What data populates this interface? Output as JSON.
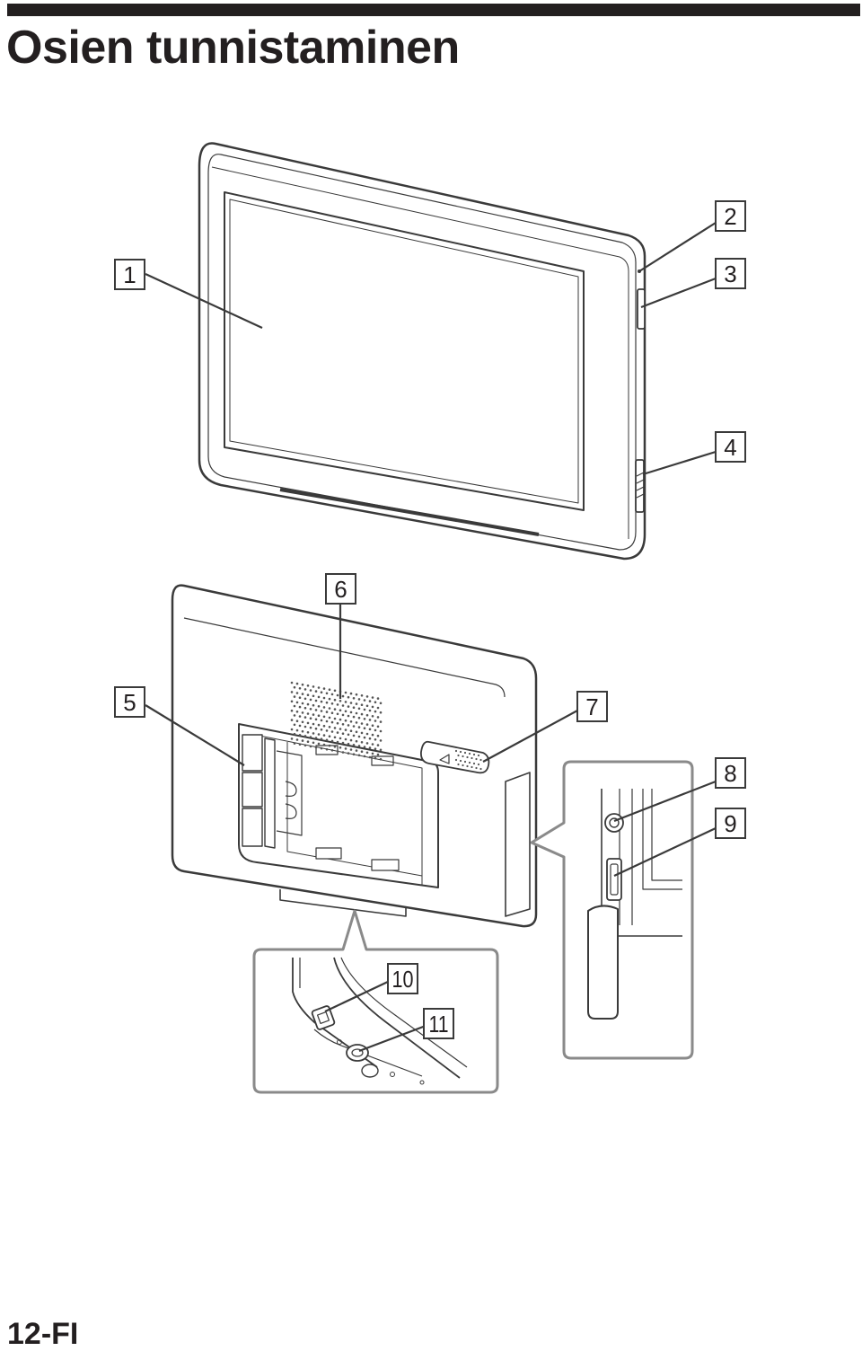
{
  "page": {
    "title": "Osien tunnistaminen",
    "page_number": "12-FI"
  },
  "callouts": [
    "1",
    "2",
    "3",
    "4",
    "5",
    "6",
    "7",
    "8",
    "9",
    "10",
    "11"
  ],
  "colors": {
    "ink": "#231f20",
    "line": "#3a3a3a",
    "dots": "#555555",
    "background": "#ffffff"
  }
}
